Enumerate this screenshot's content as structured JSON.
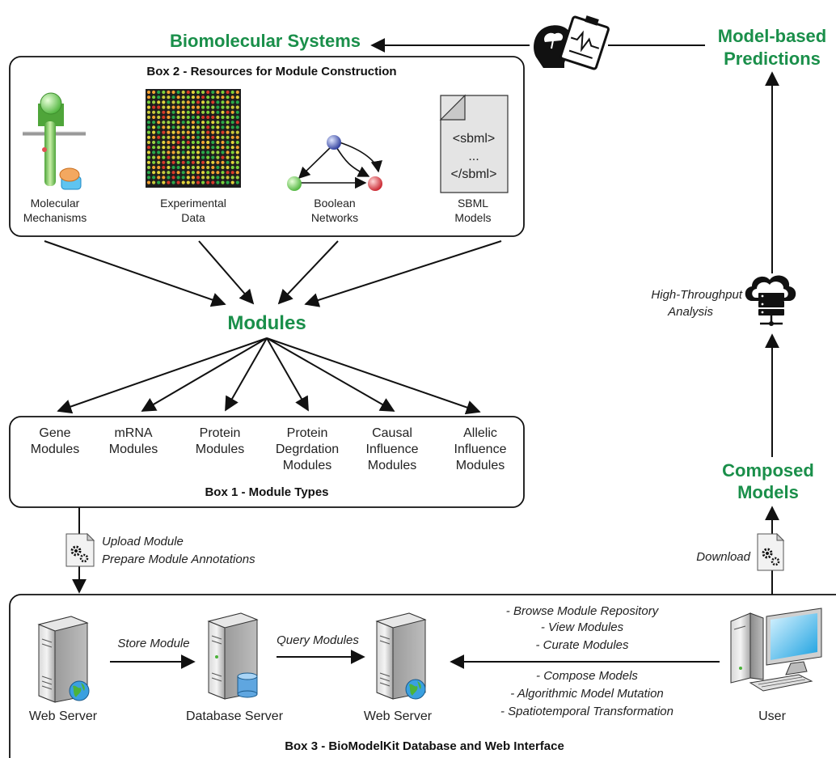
{
  "headings": {
    "biomolecular_systems": "Biomolecular Systems",
    "model_based_line1": "Model-based",
    "model_based_line2": "Predictions",
    "modules": "Modules",
    "composed_line1": "Composed",
    "composed_line2": "Models"
  },
  "box2": {
    "title": "Box 2 - Resources for Module Construction",
    "resources": [
      {
        "line1": "Molecular",
        "line2": "Mechanisms",
        "icon": "receptor-protein-icon"
      },
      {
        "line1": "Experimental",
        "line2": "Data",
        "icon": "microarray-icon"
      },
      {
        "line1": "Boolean",
        "line2": "Networks",
        "icon": "network-graph-icon"
      },
      {
        "line1": "SBML",
        "line2": "Models",
        "icon": "sbml-document-icon"
      }
    ],
    "sbml_doc": [
      "<sbml>",
      "...",
      "</sbml>"
    ]
  },
  "box1": {
    "title": "Box 1 - Module Types",
    "types": [
      [
        "Gene",
        "Modules"
      ],
      [
        "mRNA",
        "Modules"
      ],
      [
        "Protein",
        "Modules"
      ],
      [
        "Protein",
        "Degrdation",
        "Modules"
      ],
      [
        "Causal",
        "Influence",
        "Modules"
      ],
      [
        "Allelic",
        "Influence",
        "Modules"
      ]
    ]
  },
  "upload": {
    "line1": "Upload Module",
    "line2": "Prepare Module Annotations"
  },
  "download": "Download",
  "high_throughput": {
    "line1": "High-Throughput",
    "line2": "Analysis"
  },
  "box3": {
    "title": "Box 3 - BioModelKit Database and Web Interface",
    "web_server_left": "Web Server",
    "database_server": "Database Server",
    "web_server_right": "Web Server",
    "user": "User",
    "store_module": "Store Module",
    "query_modules": "Query Modules",
    "browse_actions": [
      "- Browse Module Repository",
      "- View Modules",
      "- Curate Modules"
    ],
    "compose_actions": [
      "- Compose Models",
      "- Algorithmic Model Mutation",
      "- Spatiotemporal Transformation"
    ]
  },
  "colors": {
    "accent_green": "#1a8f4a",
    "microarray_bg": "#1d1d1d"
  }
}
